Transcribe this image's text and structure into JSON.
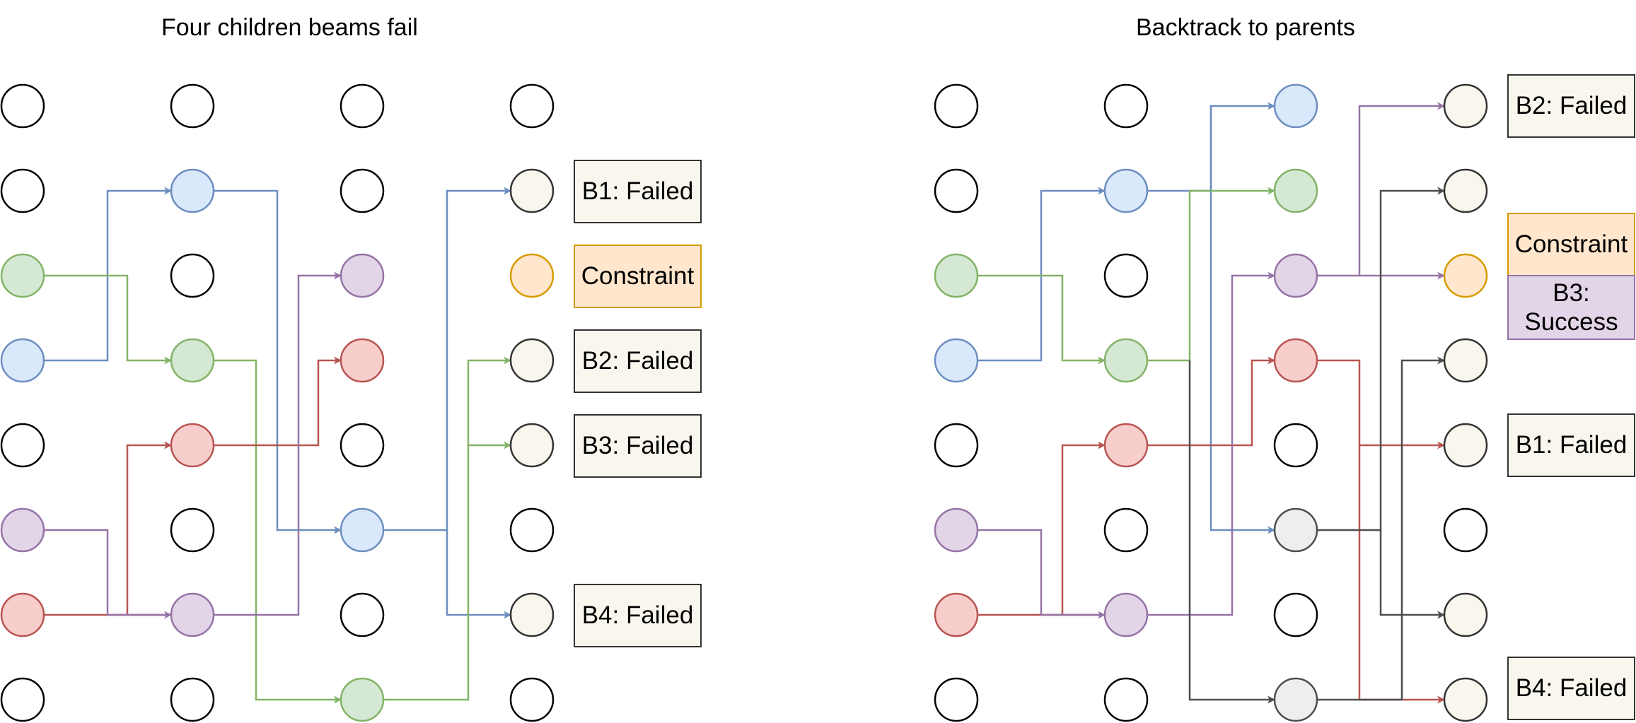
{
  "titles": {
    "left": "Four children beams fail",
    "right": "Backtrack to parents"
  },
  "labels": {
    "left": {
      "b1": "B1: Failed",
      "constraint": "Constraint",
      "b2": "B2: Failed",
      "b3": "B3: Failed",
      "b4": "B4: Failed"
    },
    "right": {
      "b2": "B2: Failed",
      "constraint": "Constraint",
      "b3": "B3: Success",
      "b1": "B1: Failed",
      "b4": "B4: Failed"
    }
  },
  "colors": {
    "blue": "#6c8ebf",
    "green": "#82b366",
    "purple": "#9673a6",
    "red": "#b85450",
    "gray": "#4d4d4d",
    "orange": "#d79b00",
    "fill_blue": "#dae8fc",
    "fill_green": "#d5e8d4",
    "fill_purple": "#e1d5e7",
    "fill_red": "#f8cecc",
    "fill_orange": "#ffe6cc",
    "fill_cream": "#f9f7ed",
    "fill_gray": "#eeeeee"
  }
}
